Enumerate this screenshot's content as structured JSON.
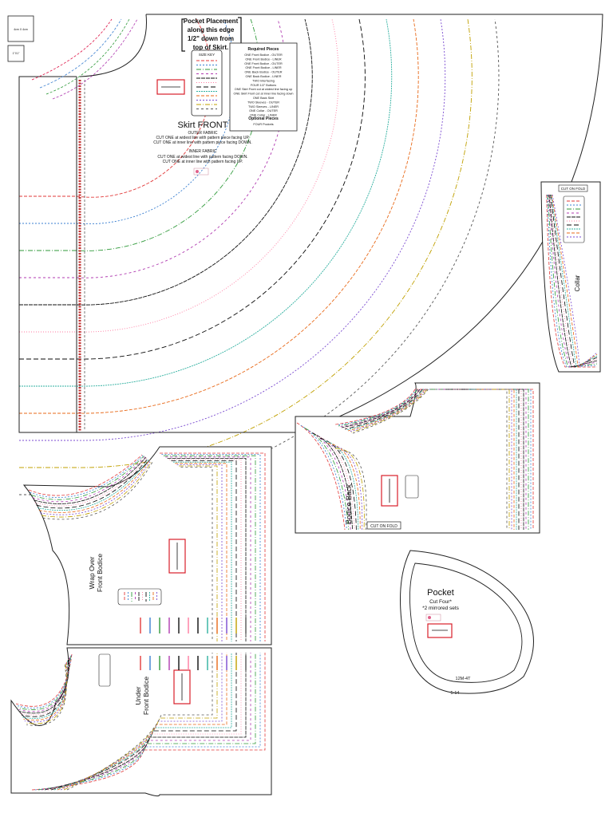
{
  "test_box": {
    "label": "4cm X 4cm",
    "unit_label": "1\"X1\""
  },
  "pocket_placement": {
    "lines": [
      "Pocket Placement",
      "along this edge",
      "1/2\" down from",
      "top of Skirt."
    ]
  },
  "size_key": {
    "title": "SIZE KEY"
  },
  "required": {
    "heading": "Required Pieces",
    "items": [
      "ONE Front Bodice - OUTER",
      "ONE Front Bodice - LINER",
      "ONE Front Bodice - OUTER",
      "ONE Front Bodice - LINER",
      "ONE Back Bodice - OUTER",
      "ONE Back Bodice - LINER",
      "TWO Interfacing",
      "FOUR 1/2\" Buttons",
      "ONE Skirt Front cut at widest line facing up",
      "ONE Skirt Front cut at inner line facing down",
      "ONE Back Skirt",
      "TWO Sleeves - OUTER",
      "TWO Sleeves - LINER",
      "ONE Collar - OUTER",
      "ONE Collar - LINER"
    ],
    "optional_heading": "Optional Pieces",
    "optional_items": [
      "FOUR Pockets"
    ]
  },
  "skirt": {
    "title": "Skirt FRONT",
    "outer_heading": "OUTER FABRIC",
    "outer_lines": [
      "CUT ONE at widest line with pattern piece facing UP.",
      "CUT ONE at inner line with pattern piece facing DOWN."
    ],
    "inner_heading": "INNER FABRIC",
    "inner_lines": [
      "CUT ONE at widest line with pattern facing DOWN.",
      "CUT ONE at inner line with pattern facing UP."
    ]
  },
  "collar": {
    "cut_on_fold": "CUT ON FOLD",
    "title": "Collar"
  },
  "bodice_back": {
    "title": "Bodice Back",
    "cut_on_fold": "CUT ON FOLD"
  },
  "wrap_over": {
    "title_line1": "Wrap Over",
    "title_line2": "Front Bodice"
  },
  "under_front": {
    "title_line1": "Under",
    "title_line2": "Front Bodice"
  },
  "pocket": {
    "title": "Pocket",
    "cut": "Cut Four*",
    "note": "*2 mirrored sets",
    "size_small": "12M-4T",
    "size_large": "5-14"
  },
  "colors": {
    "size_lines": [
      "#e23a3a",
      "#3a7fd0",
      "#2f9a3a",
      "#b03ab0",
      "#111111",
      "#ff7aa0",
      "#0a0a0a",
      "#2fb0a0",
      "#e86a1a",
      "#7a4ad0",
      "#c0a000",
      "#555555"
    ],
    "grain_box": "#d81e2a",
    "piece_outline": "#222222"
  }
}
